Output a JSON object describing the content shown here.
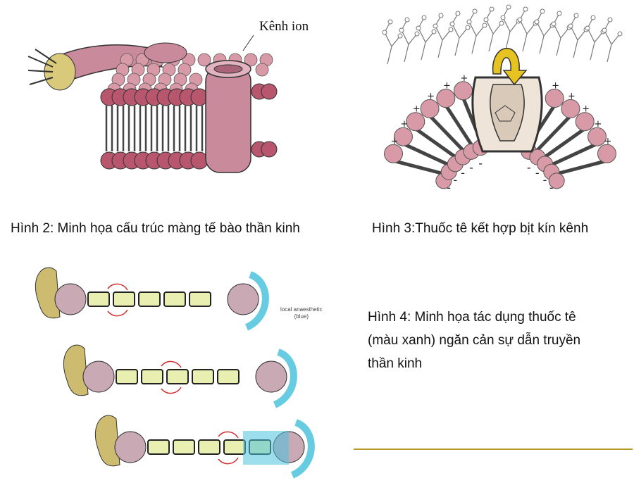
{
  "figure2": {
    "caption": "Hình 2: Minh họa  cấu trúc màng tế bào thần kinh",
    "label_ion_channel": "Kênh ion"
  },
  "figure3": {
    "caption": "Hình 3:Thuốc tê kết hợp bịt kín kênh",
    "membrane_charge_top": "+",
    "membrane_charge_bottom": "-"
  },
  "figure4": {
    "caption_lines": [
      "Hình 4:  Minh họa tác dụng  thuốc tê",
      "(màu xanh) ngăn cản sự dẫn truyền",
      "thần kinh"
    ],
    "label_local_anaesthetic": "local anaesthetic",
    "label_blue": "(blue)"
  },
  "colors": {
    "lipid_head": "#b8566d",
    "lipid_head_light": "#d99aa8",
    "channel": "#c98a9c",
    "neuron_body": "#cdbb70",
    "myelin": "#e8efb0",
    "anaesthetic": "#4cc3dc",
    "arrow_red": "#d33030",
    "arrow_yellow": "#e6c320",
    "rule": "#b59a2a"
  }
}
